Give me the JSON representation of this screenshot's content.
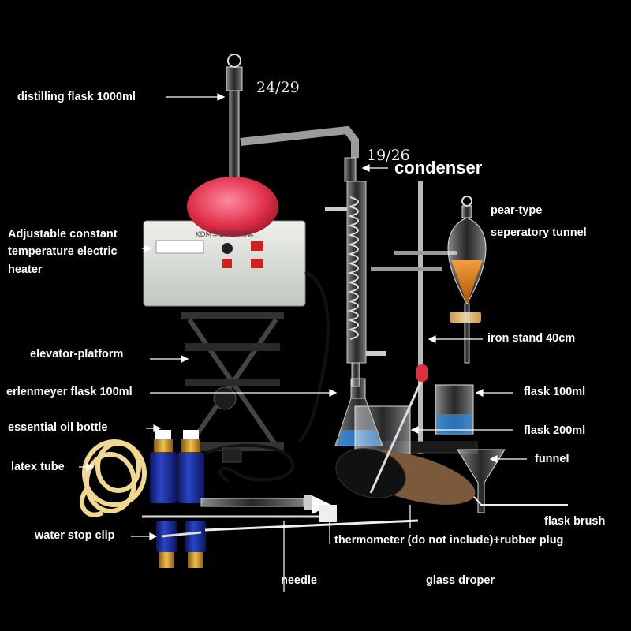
{
  "labels": {
    "distilling_flask": "distilling flask 1000ml",
    "joint_top": "24/29",
    "joint_condenser": "19/26",
    "condenser": "condenser",
    "heater": "Adjustable constant temperature electric heater",
    "pear_funnel_line1": "pear-type",
    "pear_funnel_line2": "seperatory tunnel",
    "elevator": "elevator-platform",
    "iron_stand": "iron stand 40cm",
    "erlenmeyer": "erlenmeyer flask 100ml",
    "flask_100": "flask 100ml",
    "essential_oil": "essential oil bottle",
    "flask_200": "flask 200ml",
    "latex_tube": "latex tube",
    "funnel": "funnel",
    "flask_brush": "flask brush",
    "water_stop_clip": "water stop clip",
    "thermometer": "thermometer (do not include)+rubber plug",
    "needle": "needle",
    "glass_dropper": "glass droper"
  },
  "heater_panel_text": "KDM型调温电热套",
  "colors": {
    "background": "#000000",
    "label": "#ffffff",
    "flask_liquid": "#e0304a",
    "separatory_liquid": "#e07a10",
    "bottle_glass": "#1a2fa0",
    "heater_body": "#d8dcd6",
    "beaker_liquid": "#2e8ae0"
  }
}
